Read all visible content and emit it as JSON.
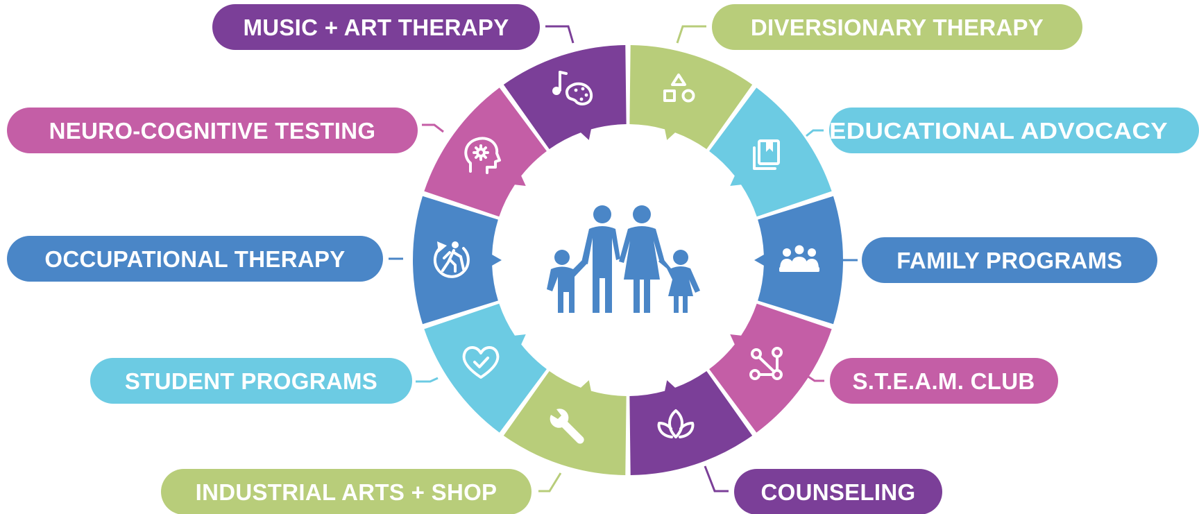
{
  "colors": {
    "purple": "#7b3f98",
    "green": "#b8cd7a",
    "teal": "#6ccbe3",
    "blue": "#4a86c7",
    "pink": "#c45ea6",
    "family_icon": "#4a86c7"
  },
  "center": {
    "icon": "family-icon"
  },
  "programs": [
    {
      "label": "MUSIC + ART THERAPY",
      "color": "purple",
      "icon": "music-palette-icon"
    },
    {
      "label": "DIVERSIONARY THERAPY",
      "color": "green",
      "icon": "shapes-icon"
    },
    {
      "label": "EDUCATIONAL ADVOCACY",
      "color": "teal",
      "icon": "books-icon"
    },
    {
      "label": "FAMILY PROGRAMS",
      "color": "blue",
      "icon": "group-icon"
    },
    {
      "label": "S.T.E.A.M. CLUB",
      "color": "pink",
      "icon": "network-icon"
    },
    {
      "label": "COUNSELING",
      "color": "purple",
      "icon": "lotus-icon"
    },
    {
      "label": "INDUSTRIAL ARTS + SHOP",
      "color": "green",
      "icon": "wrench-icon"
    },
    {
      "label": "STUDENT PROGRAMS",
      "color": "teal",
      "icon": "heart-check-icon"
    },
    {
      "label": "OCCUPATIONAL THERAPY",
      "color": "blue",
      "icon": "walker-icon"
    },
    {
      "label": "NEURO-COGNITIVE TESTING",
      "color": "pink",
      "icon": "head-gear-icon"
    }
  ]
}
